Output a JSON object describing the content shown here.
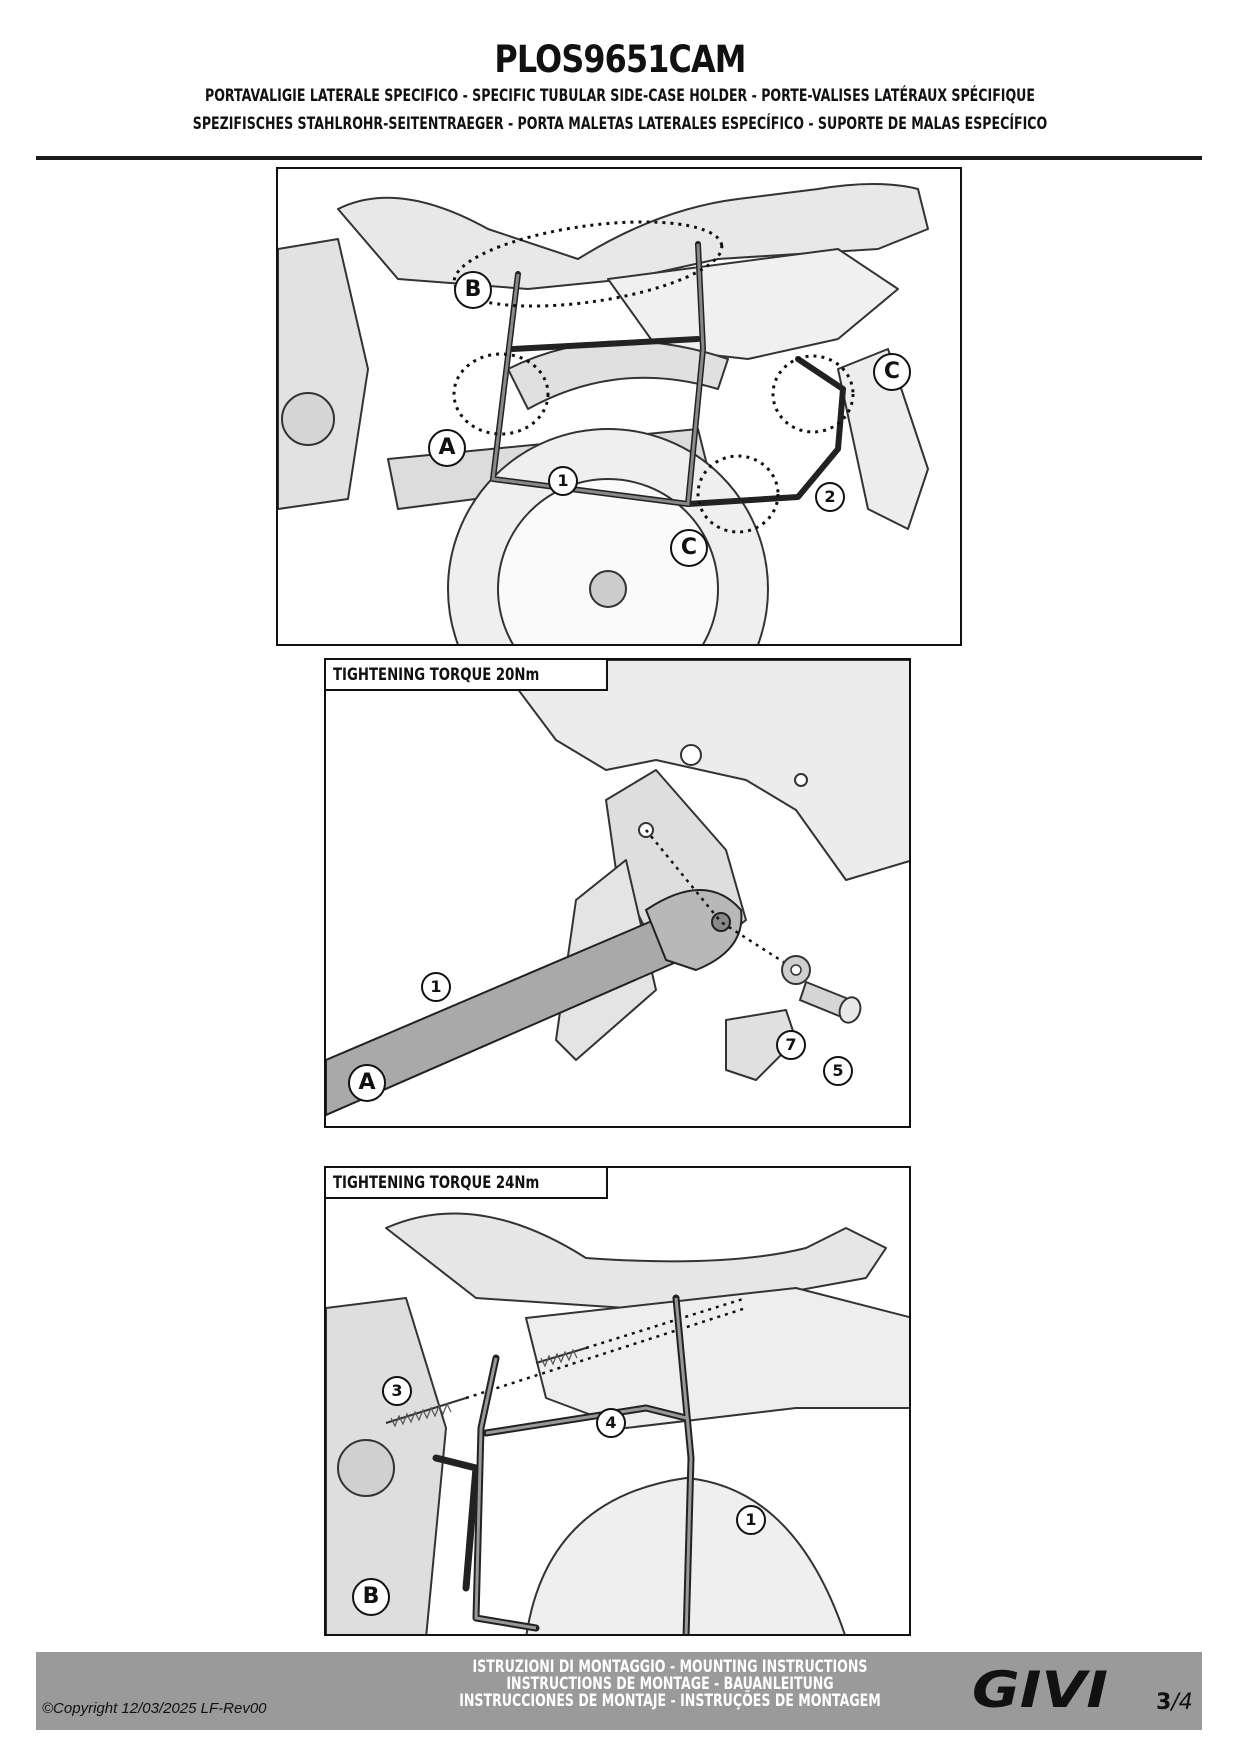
{
  "header": {
    "model_code": "PLOS9651CAM",
    "subtitle_line1": "PORTAVALIGIE LATERALE SPECIFICO  -  SPECIFIC TUBULAR SIDE-CASE HOLDER  - PORTE-VALISES LATÉRAUX SPÉCIFIQUE",
    "subtitle_line2": "SPEZIFISCHES STAHLROHR-SEITENTRAEGER - PORTA MALETAS LATERALES ESPECÍFICO - SUPORTE DE MALAS ESPECÍFICO"
  },
  "figure_overview": {
    "callouts": {
      "b": "B",
      "a": "A",
      "c_right": "C",
      "c_bottom": "C",
      "n1": "1",
      "n2": "2"
    }
  },
  "figure_detail_a": {
    "torque_label": "TIGHTENING TORQUE 20Nm",
    "callouts": {
      "n1": "1",
      "a": "A",
      "n7": "7",
      "n5": "5"
    }
  },
  "figure_detail_b": {
    "torque_label": "TIGHTENING TORQUE 24Nm",
    "callouts": {
      "n3": "3",
      "n4": "4",
      "n1": "1",
      "b": "B"
    }
  },
  "footer": {
    "copyright": "©Copyright 12/03/2025 LF-Rev00",
    "instructions_line1": "ISTRUZIONI DI MONTAGGIO  -  MOUNTING INSTRUCTIONS",
    "instructions_line2": "INSTRUCTIONS DE MONTAGE - BAUANLEITUNG",
    "instructions_line3": "INSTRUCCIONES DE MONTAJE - INSTRUÇÕES DE MONTAGEM",
    "brand": "GIVI",
    "page": "3",
    "page_total": "/4"
  },
  "colors": {
    "band": "#9a9a9a",
    "line": "#1a1a1a",
    "fill": "#e6e6e6"
  }
}
